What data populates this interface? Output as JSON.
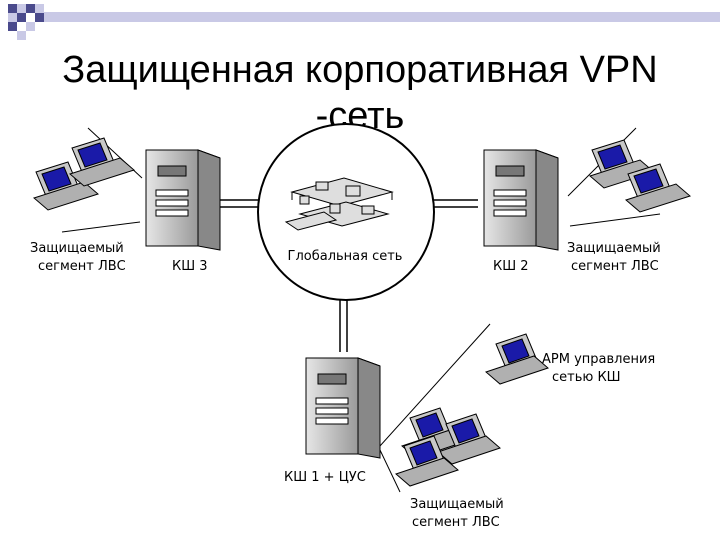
{
  "slide": {
    "title_line1": "Защищенная корпоративная VPN",
    "title_line2": "-сеть"
  },
  "diagram": {
    "global_network": "Глобальная сеть",
    "kw3_label": "КШ 3",
    "kw2_label": "КШ 2",
    "kw1_label": "КШ 1 + ЦУС",
    "lan_left_line1": "Защищаемый",
    "lan_left_line2": "сегмент ЛВС",
    "lan_right_line1": "Защищаемый",
    "lan_right_line2": "сегмент ЛВС",
    "lan_bottom_line1": "Защищаемый",
    "lan_bottom_line2": "сегмент ЛВС",
    "arm_line1": "АРМ управления",
    "arm_line2": "сетью КШ"
  },
  "colors": {
    "bullet_dark": "#4a4a8c",
    "bullet_light": "#c9c9e6",
    "screen_blue": "#1a1aa8",
    "device_gray": "#c8c8c8"
  }
}
